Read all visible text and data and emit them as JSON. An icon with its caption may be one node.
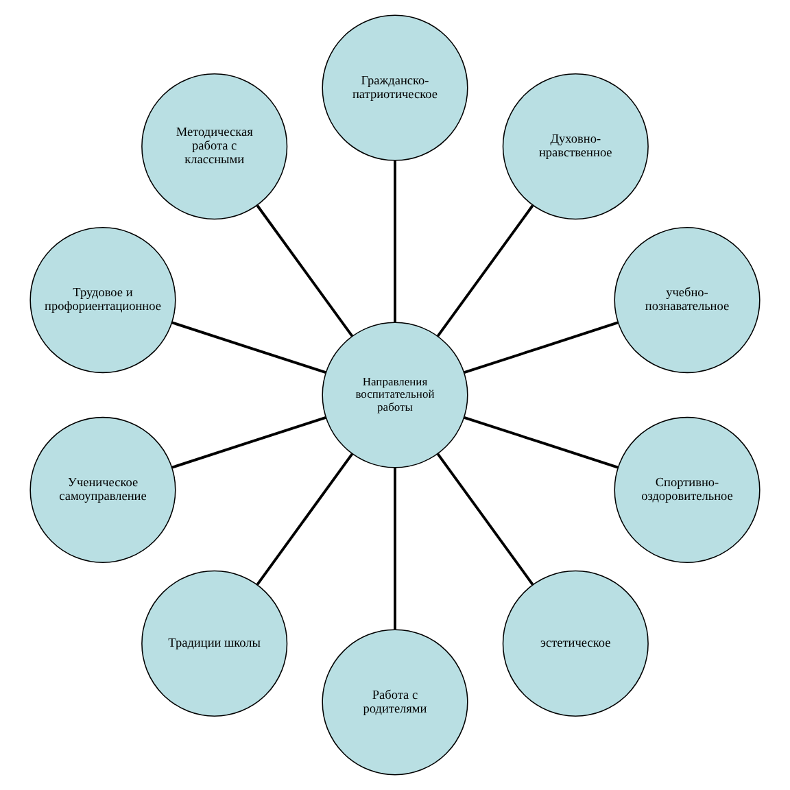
{
  "diagram": {
    "nodes": [
      {
        "text": [
          "Направления воспитательной работы"
        ]
      },
      {
        "text": [
          "Гражданско-патриотическое"
        ]
      },
      {
        "text": [
          "Духовно-нравственное"
        ]
      },
      {
        "text": [
          "учебно-познавательное"
        ]
      },
      {
        "text": [
          "Спортивно-оздоровительное"
        ]
      },
      {
        "text": [
          "эстетическое"
        ]
      },
      {
        "text": [
          "Работа с родителями"
        ]
      },
      {
        "text": [
          "Традиции школы"
        ]
      },
      {
        "text": [
          "Ученическое самоуправление"
        ]
      },
      {
        "text": [
          "Трудовое и профориентационное"
        ]
      },
      {
        "text": [
          "Методическая работа с классными"
        ]
      }
    ],
    "edges": [
      {
        "from": 0,
        "to": 3,
        "arrow": "none"
      },
      {
        "from": 0,
        "to": 2,
        "arrow": "none"
      },
      {
        "from": 0,
        "to": 1,
        "arrow": "none"
      },
      {
        "from": 0,
        "to": 10,
        "arrow": "none"
      },
      {
        "from": 0,
        "to": 9,
        "arrow": "none"
      },
      {
        "from": 0,
        "to": 8,
        "arrow": "none"
      },
      {
        "from": 0,
        "to": 7,
        "arrow": "none"
      },
      {
        "from": 0,
        "to": 6,
        "arrow": "none"
      },
      {
        "from": 0,
        "to": 5,
        "arrow": "none"
      },
      {
        "from": 0,
        "to": 4,
        "arrow": "none"
      }
    ]
  }
}
